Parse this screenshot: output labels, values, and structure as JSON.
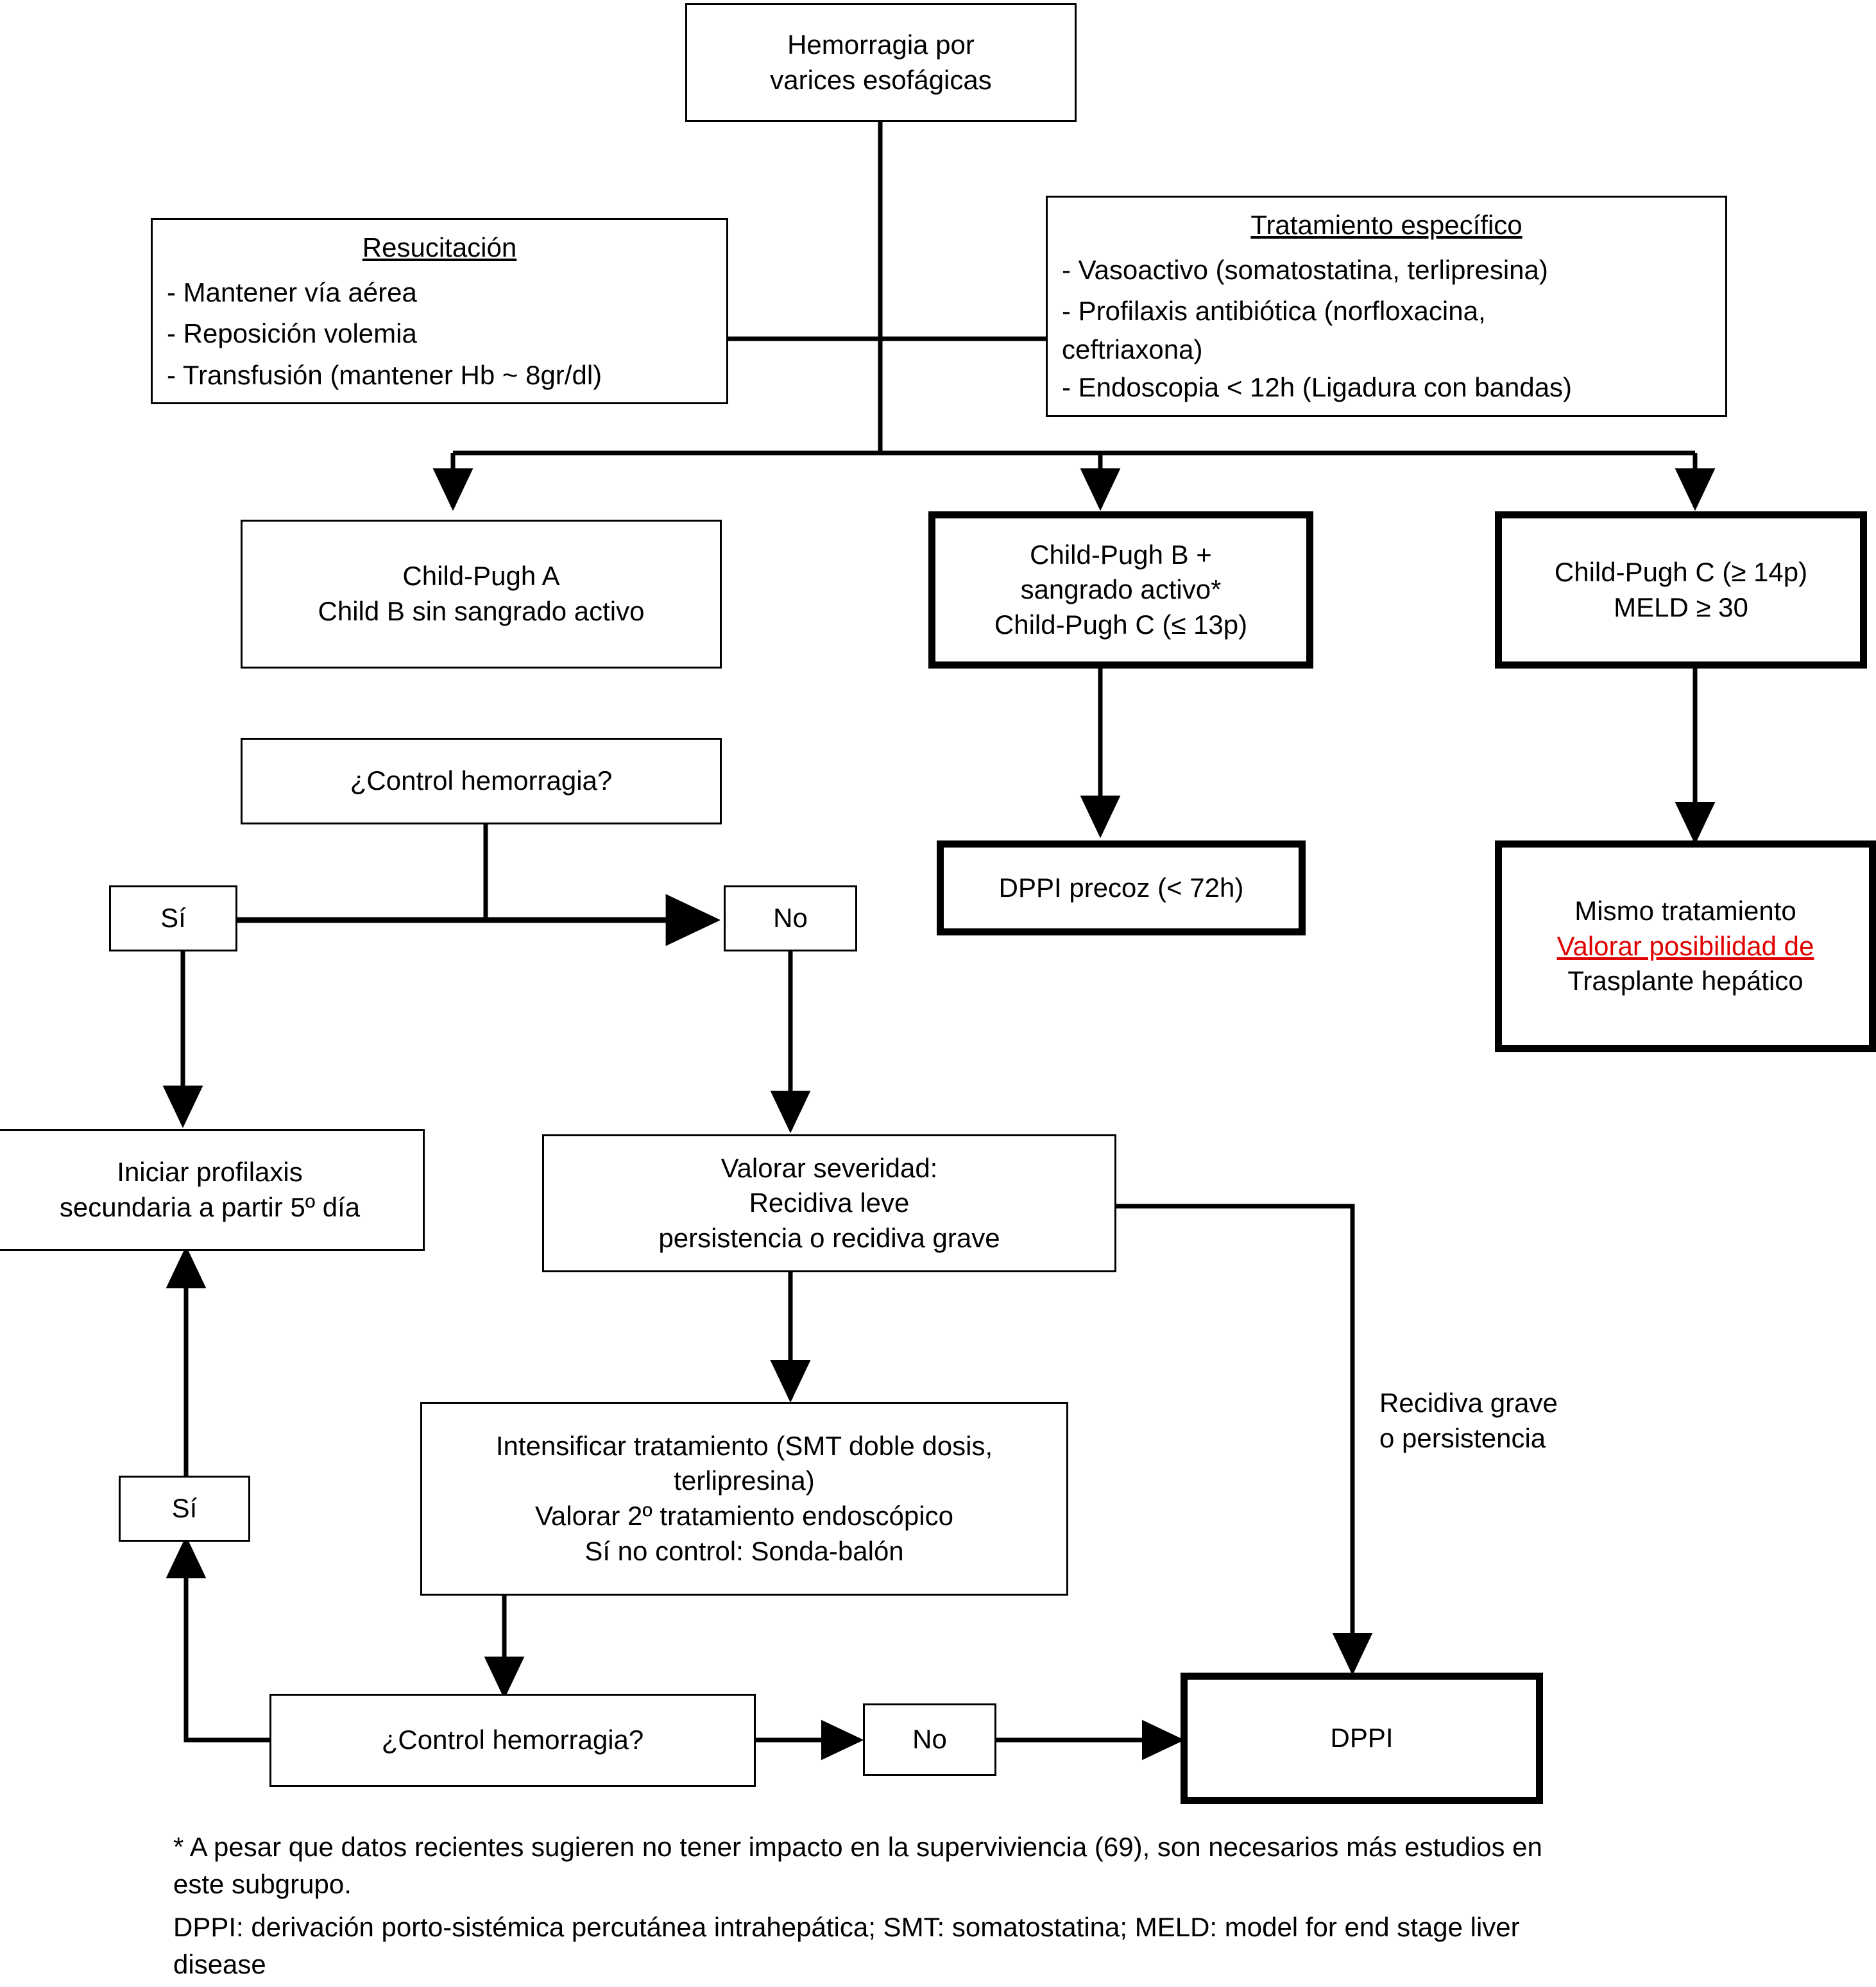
{
  "diagram": {
    "title_node": {
      "lines": [
        "Hemorragia por",
        "varices esofágicas"
      ]
    },
    "resuscitation": {
      "header": "Resucitación",
      "items": [
        "- Mantener vía aérea",
        "- Reposición volemia",
        "- Transfusión (mantener Hb ~ 8gr/dl)"
      ]
    },
    "specific_treatment": {
      "header": "Tratamiento específico ",
      "items": [
        "- Vasoactivo (somatostatina, terlipresina)",
        "- Profilaxis antibiótica (norfloxacina,",
        "ceftriaxona)",
        "- Endoscopia < 12h (Ligadura con bandas)"
      ]
    },
    "child_a": {
      "line1": "Child-Pugh A",
      "line2": "Child B sin sangrado activo"
    },
    "child_b_active": {
      "line1": "Child-Pugh B +",
      "line2": "sangrado activo*",
      "line3": "Child-Pugh C (≤ 13p)"
    },
    "child_c_severe": {
      "line1": "Child-Pugh C (≥ 14p)",
      "line2": "MELD ≥ 30"
    },
    "control_q1": {
      "label": "¿Control hemorragia?"
    },
    "yes_1": {
      "label": "Sí"
    },
    "no_1": {
      "label": "No"
    },
    "tips_early": {
      "label": "DPPI precoz (< 72h)"
    },
    "same_treatment": {
      "line1": "Mismo tratamiento",
      "line2_red": "Valorar posibilidad de",
      "line3": "Trasplante hepático"
    },
    "secondary_prophylaxis": {
      "line1": "Iniciar profilaxis",
      "line2": "secundaria a partir 5º día"
    },
    "assess_severity": {
      "line1": "Valorar severidad:",
      "line2": "Recidiva leve",
      "line3": "persistencia o recidiva grave"
    },
    "intensify": {
      "line1": "Intensificar tratamiento (SMT doble dosis,",
      "line2": "terlipresina)",
      "line3": "Valorar 2º tratamiento endoscópico",
      "line4": "Sí no control: Sonda-balón"
    },
    "control_q2": {
      "label": "¿Control hemorragia?"
    },
    "yes_2": {
      "label": "Sí"
    },
    "no_2": {
      "label": "No"
    },
    "tips": {
      "label": "DPPI"
    },
    "edge_label_severe": "Recidiva grave\no persistencia",
    "colors": {
      "stroke": "#000000",
      "background": "#ffffff",
      "highlight_red": "#e00000"
    }
  },
  "footnotes": {
    "asterisk": "* A pesar que datos recientes sugieren no tener impacto en la superviviencia (69), son necesarios más estudios en este subgrupo.",
    "abbreviations": "DPPI: derivación porto-sistémica percutánea intrahepática; SMT: somatostatina; MELD: model for end stage liver disease"
  }
}
